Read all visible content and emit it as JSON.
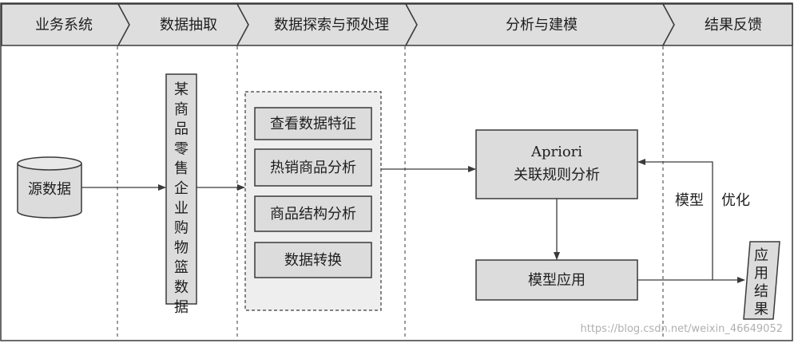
{
  "stages": [
    {
      "label": "业务系统"
    },
    {
      "label": "数据抽取"
    },
    {
      "label": "数据探索与预处理"
    },
    {
      "label": "分析与建模"
    },
    {
      "label": "结果反馈"
    }
  ],
  "nodes": {
    "source": "源数据",
    "basket": "某商品零售企业购物篮数据",
    "explore_items": [
      "查看数据特征",
      "热销商品分析",
      "商品结构分析",
      "数据转换"
    ],
    "apriori_line1": "Apriori",
    "apriori_line2": "关联规则分析",
    "model_apply": "模型应用",
    "result": "应用结果"
  },
  "feedback": {
    "label1": "模型",
    "label2": "优化"
  },
  "watermark": "https://blog.csdn.net/weixin_46649052",
  "colors": {
    "header_fill": "#dedede",
    "box_fill": "#dcdcdc",
    "line": "#3a3a3a"
  }
}
